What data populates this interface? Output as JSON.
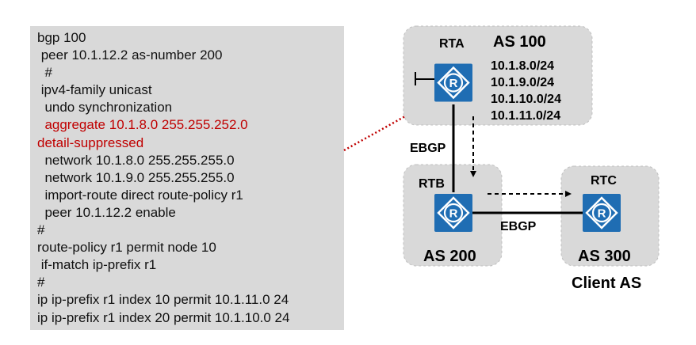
{
  "config_lines": [
    {
      "text": "bgp 100",
      "highlight": false
    },
    {
      "text": " peer 10.1.12.2 as-number 200",
      "highlight": false
    },
    {
      "text": "  #",
      "highlight": false
    },
    {
      "text": " ipv4-family unicast",
      "highlight": false
    },
    {
      "text": "  undo synchronization",
      "highlight": false
    },
    {
      "text": "  aggregate 10.1.8.0 255.255.252.0",
      "highlight": true
    },
    {
      "text": "detail-suppressed",
      "highlight": true
    },
    {
      "text": "  network 10.1.8.0 255.255.255.0",
      "highlight": false
    },
    {
      "text": "  network 10.1.9.0 255.255.255.0",
      "highlight": false
    },
    {
      "text": "  import-route direct route-policy r1",
      "highlight": false
    },
    {
      "text": "  peer 10.1.12.2 enable",
      "highlight": false
    },
    {
      "text": "#",
      "highlight": false
    },
    {
      "text": "route-policy r1 permit node 10",
      "highlight": false
    },
    {
      "text": " if-match ip-prefix r1",
      "highlight": false
    },
    {
      "text": "#",
      "highlight": false
    },
    {
      "text": "ip ip-prefix r1 index 10 permit 10.1.11.0 24",
      "highlight": false
    },
    {
      "text": "ip ip-prefix r1 index 20 permit 10.1.10.0 24",
      "highlight": false
    }
  ],
  "diagram": {
    "rta": {
      "name": "RTA",
      "as": "AS 100",
      "prefixes": [
        "10.1.8.0/24",
        "10.1.9.0/24",
        "10.1.10.0/24",
        "10.1.11.0/24"
      ]
    },
    "rtb": {
      "name": "RTB",
      "as": "AS 200"
    },
    "rtc": {
      "name": "RTC",
      "as": "AS 300",
      "role": "Client AS"
    },
    "links": {
      "rta_rtb": "EBGP",
      "rtb_rtc": "EBGP"
    }
  },
  "colors": {
    "router_fill": "#1f6db3",
    "as_region_fill": "#d9d9d9",
    "config_bg": "#d9d9d9",
    "highlight_text": "#c00000",
    "connector": "#c00000"
  }
}
